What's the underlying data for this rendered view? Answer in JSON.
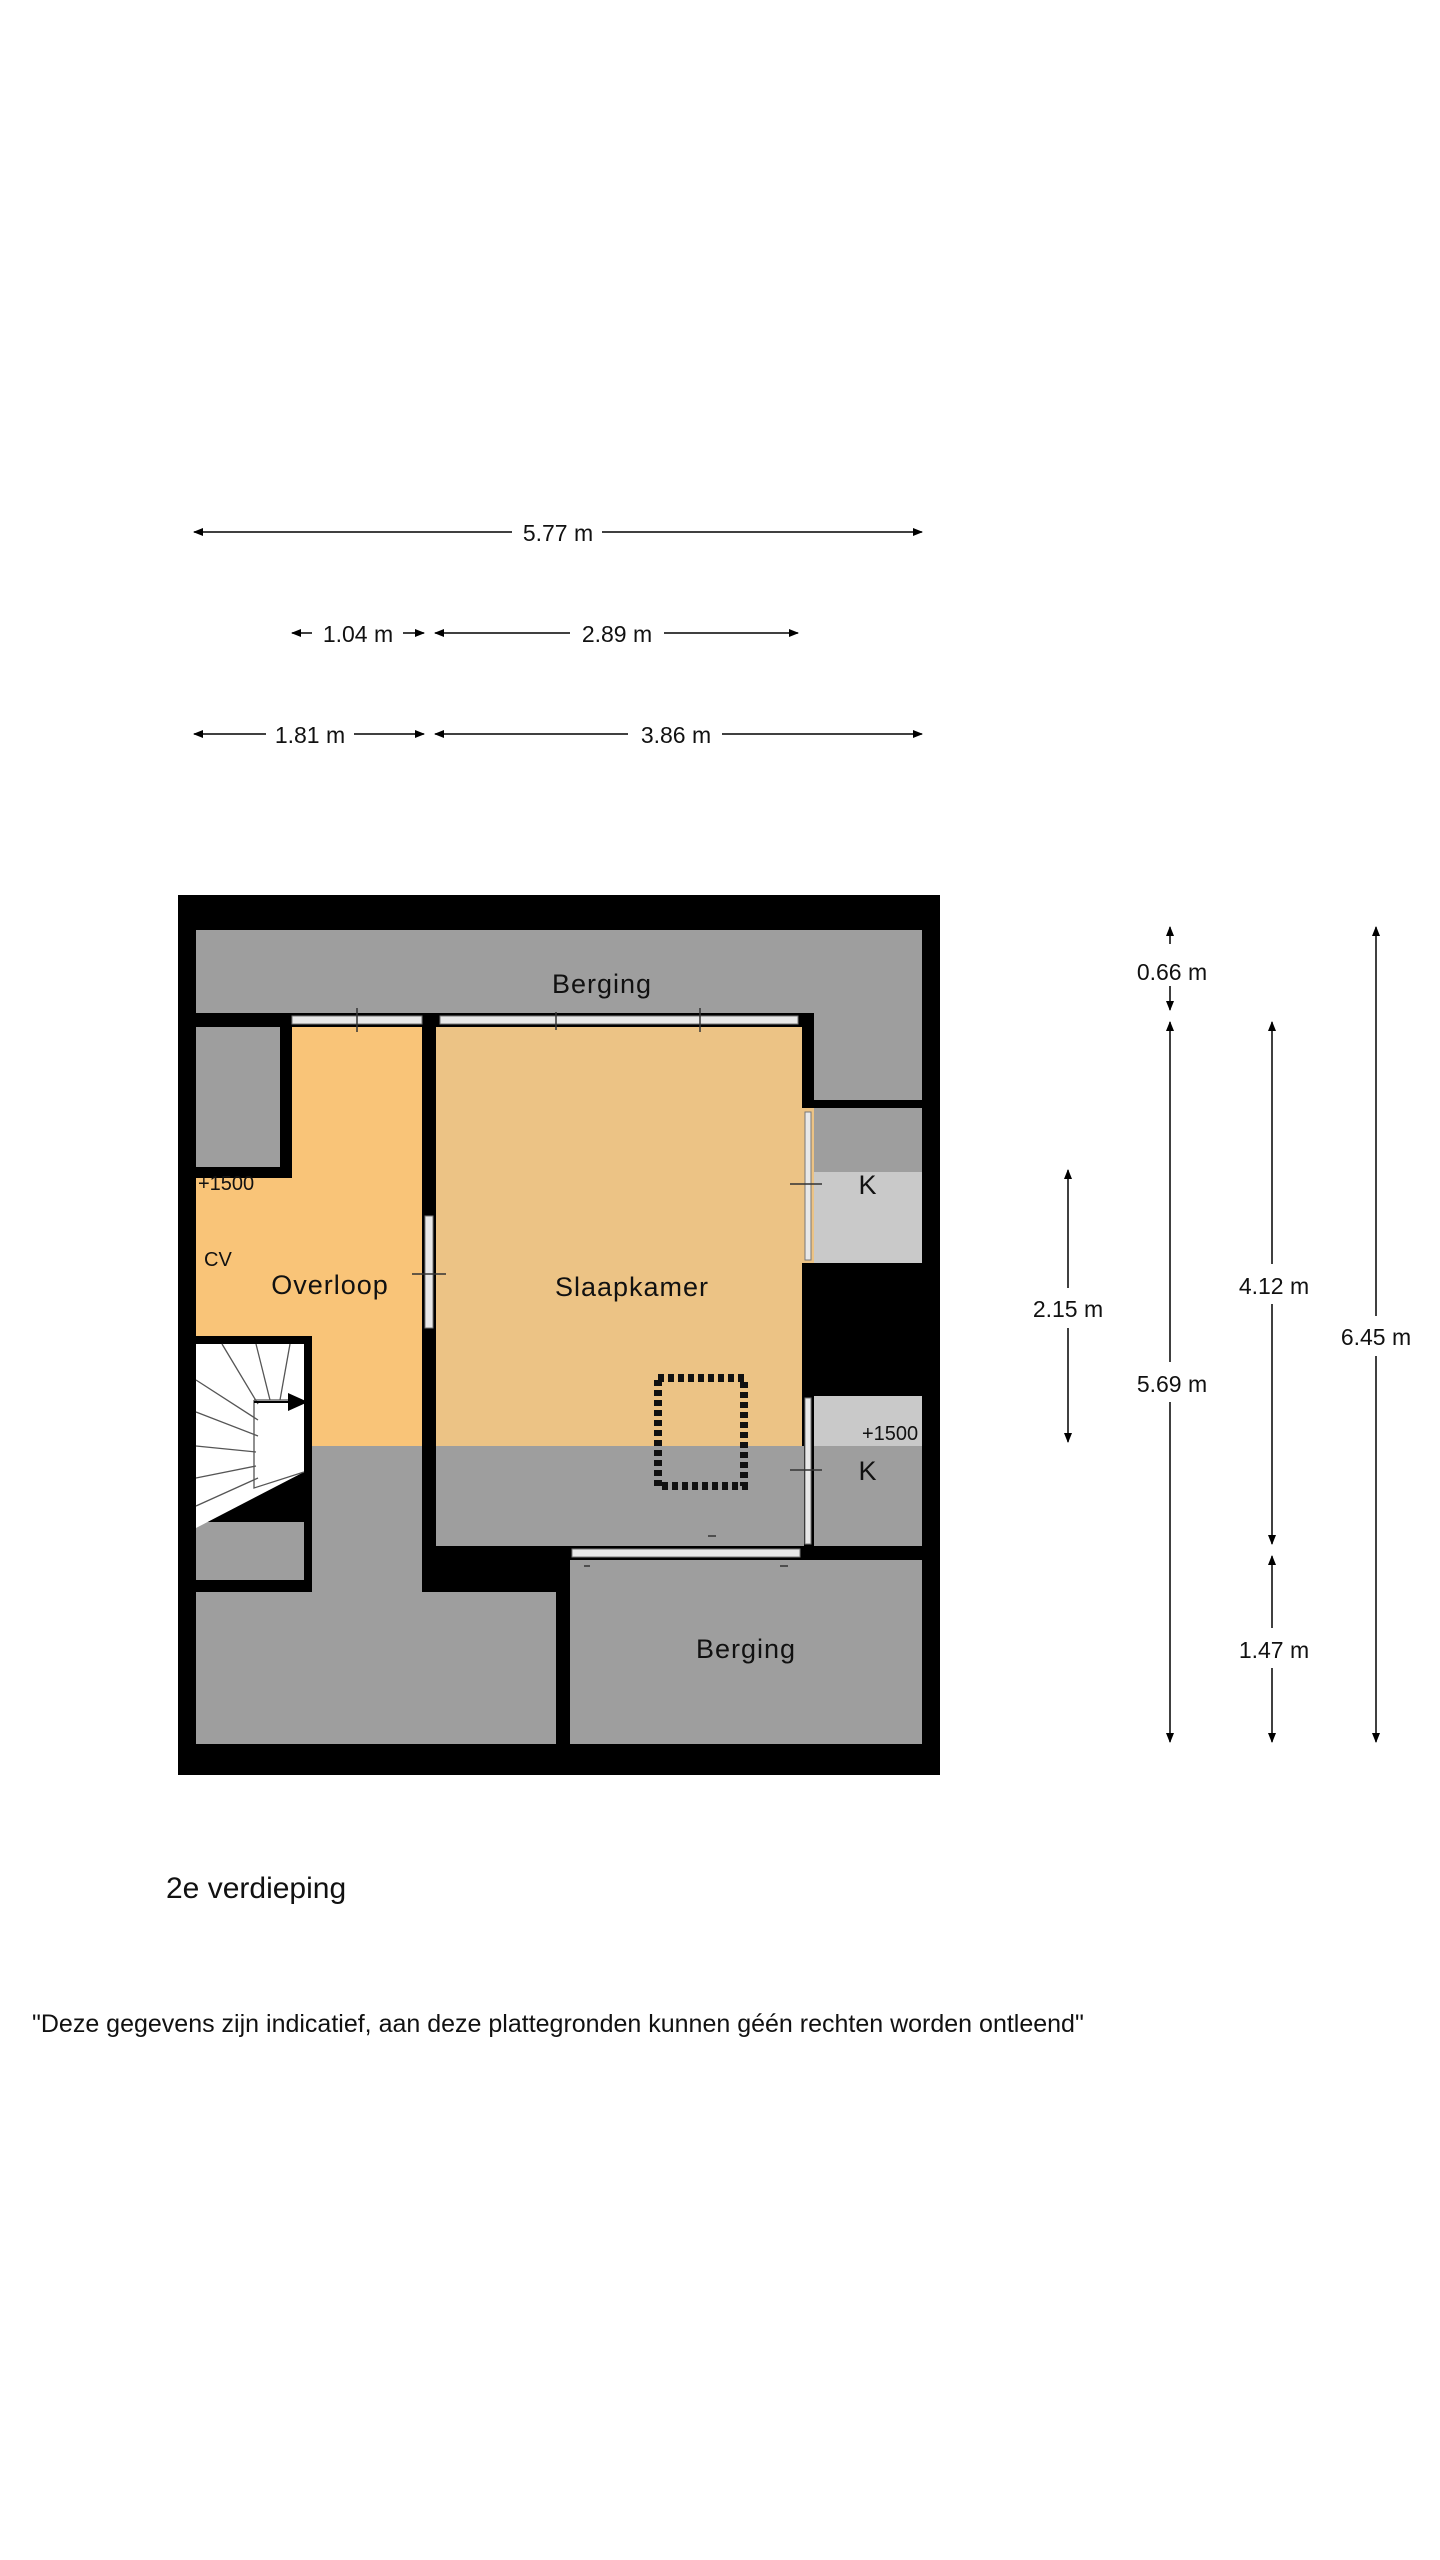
{
  "colors": {
    "wall": "#000000",
    "storage": "#9e9e9e",
    "landing": "#f9c478",
    "bedroom": "#ecc385",
    "closet": "#c9c9c9"
  },
  "rooms": {
    "berging_top": "Berging",
    "berging_bottom": "Berging",
    "overloop": "Overloop",
    "slaapkamer": "Slaapkamer",
    "closet_top": "K",
    "closet_bottom": "K"
  },
  "annotations": {
    "cv": "CV",
    "level_left": "+1500",
    "level_right": "+1500"
  },
  "dimensions": {
    "total_width": "5.77 m",
    "row2_left": "1.04 m",
    "row2_right": "2.89 m",
    "row3_left": "1.81 m",
    "row3_right": "3.86 m",
    "v_top": "0.66 m",
    "v_main": "5.69 m",
    "v_room": "2.15 m",
    "v_upper": "4.12 m",
    "v_lower": "1.47 m",
    "v_total": "6.45 m"
  },
  "floor_label": "2e verdieping",
  "disclaimer": "\"Deze gegevens zijn indicatief, aan deze plattegronden kunnen géén rechten worden ontleend\""
}
